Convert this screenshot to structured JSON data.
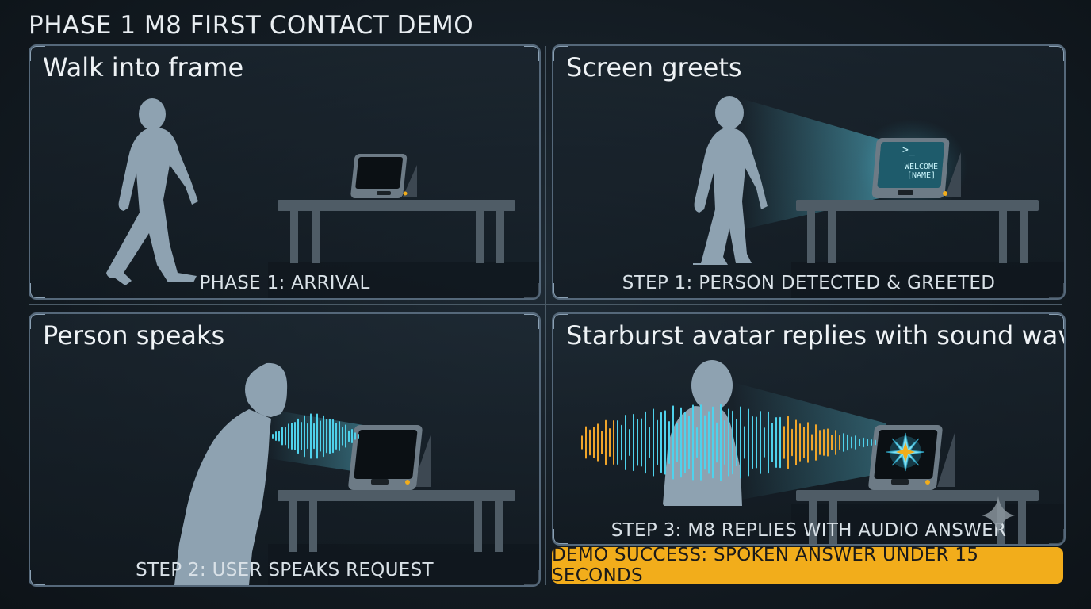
{
  "page": {
    "title": "PHASE 1 M8 FIRST CONTACT DEMO"
  },
  "panels": [
    {
      "title": "Walk into frame",
      "caption": "PHASE 1: ARRIVAL"
    },
    {
      "title": "Screen greets",
      "caption": "STEP 1: PERSON DETECTED & GREETED",
      "screen_prompt": ">_",
      "screen_line1": "WELCOME",
      "screen_line2": "[NAME]"
    },
    {
      "title": "Person speaks",
      "caption": "STEP 2: USER SPEAKS REQUEST"
    },
    {
      "title": "Starburst avatar replies with sound waves",
      "caption": "STEP 3: M8 REPLIES WITH AUDIO ANSWER"
    }
  ],
  "banner": {
    "text": "DEMO SUCCESS: SPOKEN ANSWER UNDER 15 SECONDS"
  },
  "colors": {
    "silhouette": "#8ea2b1",
    "beam": "#5fd0e8",
    "wave_cyan": "#4fd2ec",
    "wave_orange": "#f0a52a",
    "banner": "#f2ad1b",
    "table": "#55636e"
  },
  "icons": [
    "walking-person-icon",
    "tablet-device-icon",
    "starburst-avatar-icon",
    "sparkle-icon"
  ]
}
